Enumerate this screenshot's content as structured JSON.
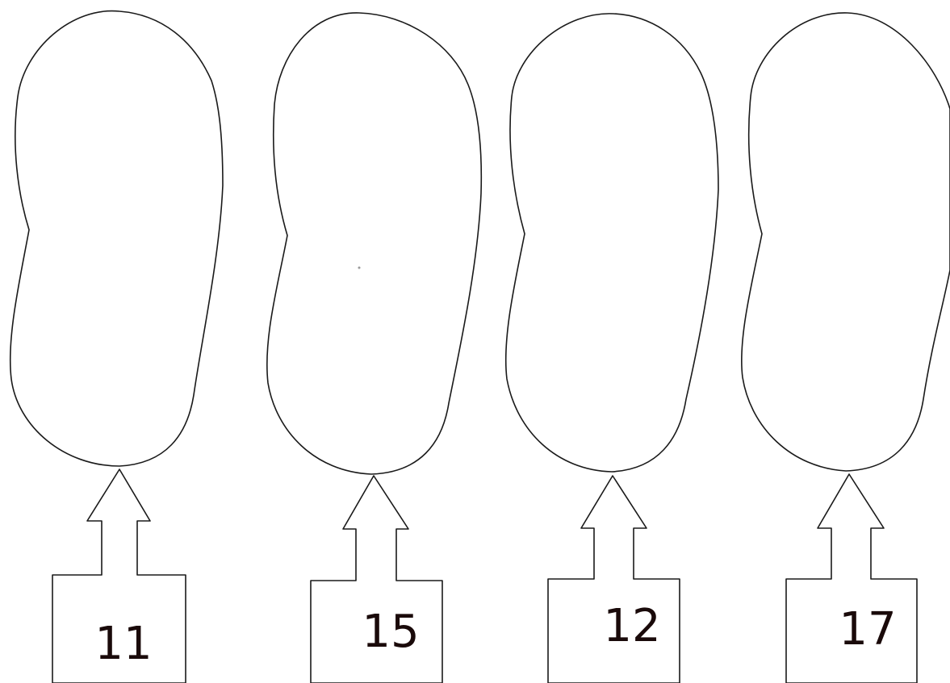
{
  "figures": [
    {
      "label": "11"
    },
    {
      "label": "15"
    },
    {
      "label": "12"
    },
    {
      "label": "17"
    }
  ]
}
